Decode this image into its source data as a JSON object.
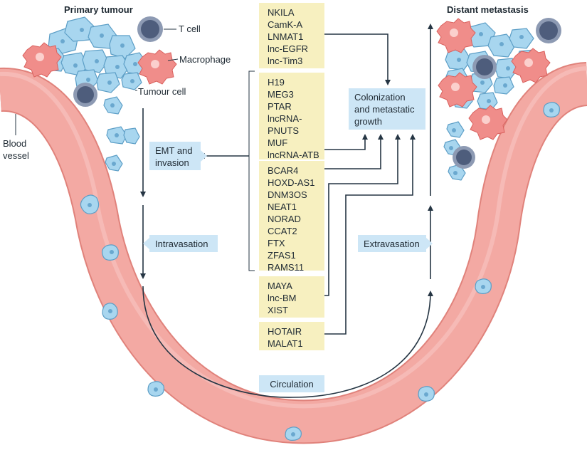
{
  "titles": {
    "primary": "Primary tumour",
    "distant": "Distant metastasis"
  },
  "legend": {
    "t_cell": "T cell",
    "macrophage": "Macrophage",
    "tumour_cell": "Tumour cell",
    "blood_vessel": "Blood\nvessel"
  },
  "steps": {
    "emt": "EMT and\ninvasion",
    "intravasation": "Intravasation",
    "circulation": "Circulation",
    "extravasation": "Extravasation",
    "colonization": "Colonization\nand metastatic\ngrowth"
  },
  "gene_groups": [
    [
      "NKILA",
      "CamK-A",
      "LNMAT1",
      "lnc-EGFR",
      "lnc-Tim3"
    ],
    [
      "H19",
      "MEG3",
      "PTAR",
      "lncRNA-",
      "PNUTS",
      "MUF",
      "lncRNA-ATB"
    ],
    [
      "BCAR4",
      "HOXD-AS1",
      "DNM3OS",
      "NEAT1",
      "NORAD",
      "CCAT2",
      "FTX",
      "ZFAS1",
      "RAMS11"
    ],
    [
      "MAYA",
      "lnc-BM",
      "XIST"
    ],
    [
      "HOTAIR",
      "MALAT1"
    ]
  ],
  "colors": {
    "vessel": "#f3a9a3",
    "vessel_edge": "#e0827b",
    "tumour_cell": "#a8d6ef",
    "tumour_edge": "#5c9ec6",
    "macrophage": "#f08d8a",
    "t_cell": "#5e6d8e",
    "gene_box": "#f7f0c0",
    "step_box": "#cde6f6",
    "arrow": "#253543"
  }
}
